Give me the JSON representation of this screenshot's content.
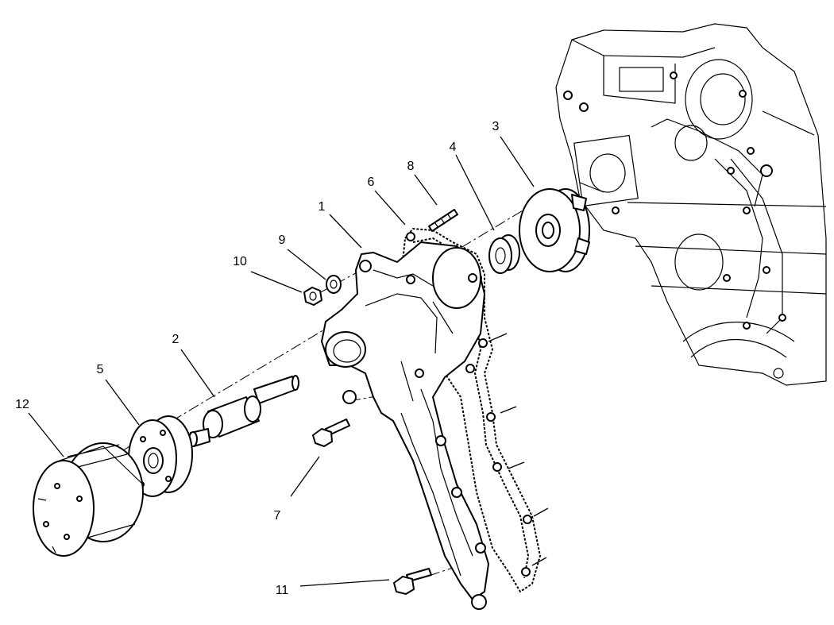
{
  "diagram": {
    "callouts": [
      {
        "id": "1",
        "label": "1"
      },
      {
        "id": "2",
        "label": "2"
      },
      {
        "id": "3",
        "label": "3"
      },
      {
        "id": "4",
        "label": "4"
      },
      {
        "id": "5",
        "label": "5"
      },
      {
        "id": "6",
        "label": "6"
      },
      {
        "id": "7",
        "label": "7"
      },
      {
        "id": "8",
        "label": "8"
      },
      {
        "id": "9",
        "label": "9"
      },
      {
        "id": "10",
        "label": "10"
      },
      {
        "id": "11",
        "label": "11"
      },
      {
        "id": "12",
        "label": "12"
      }
    ],
    "parts": [
      {
        "id": "1",
        "callout": "1"
      },
      {
        "id": "2",
        "callout": "2"
      },
      {
        "id": "3",
        "callout": "3"
      },
      {
        "id": "4",
        "callout": "4"
      },
      {
        "id": "5",
        "callout": "5"
      },
      {
        "id": "6",
        "callout": "6"
      },
      {
        "id": "7",
        "callout": "7"
      },
      {
        "id": "8",
        "callout": "8"
      },
      {
        "id": "9",
        "callout": "9"
      },
      {
        "id": "10",
        "callout": "10"
      },
      {
        "id": "11",
        "callout": "11"
      },
      {
        "id": "12",
        "callout": "12"
      }
    ],
    "colors": {
      "line": "#000000",
      "background": "#ffffff"
    }
  }
}
